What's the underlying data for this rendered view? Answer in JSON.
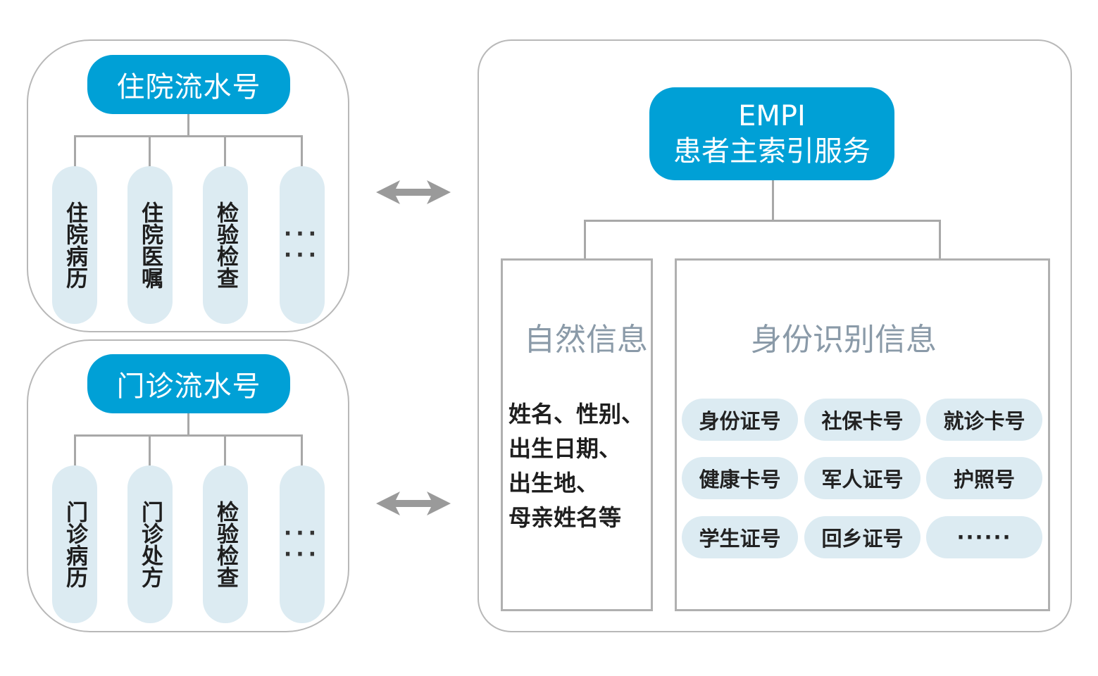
{
  "inpatient": {
    "title": "住院流水号",
    "items": [
      "住院病历",
      "住院医嘱",
      "检验检查"
    ],
    "more": "···\n···"
  },
  "outpatient": {
    "title": "门诊流水号",
    "items": [
      "门诊病历",
      "门诊处方",
      "检验检查"
    ],
    "more": "···\n···"
  },
  "empi": {
    "line1": "EMPI",
    "line2": "患者主索引服务"
  },
  "natural": {
    "title": "自然信息",
    "lines": [
      "姓名、性别、",
      "出生日期、",
      "出生地、",
      "母亲姓名等"
    ]
  },
  "identity": {
    "title": "身份识别信息",
    "items": [
      "身份证号",
      "社保卡号",
      "就诊卡号",
      "健康卡号",
      "军人证号",
      "护照号",
      "学生证号",
      "回乡证号",
      "······"
    ]
  },
  "colors": {
    "accent": "#00a0d6",
    "pill": "#dcebf2",
    "border": "#b8b8b8"
  }
}
